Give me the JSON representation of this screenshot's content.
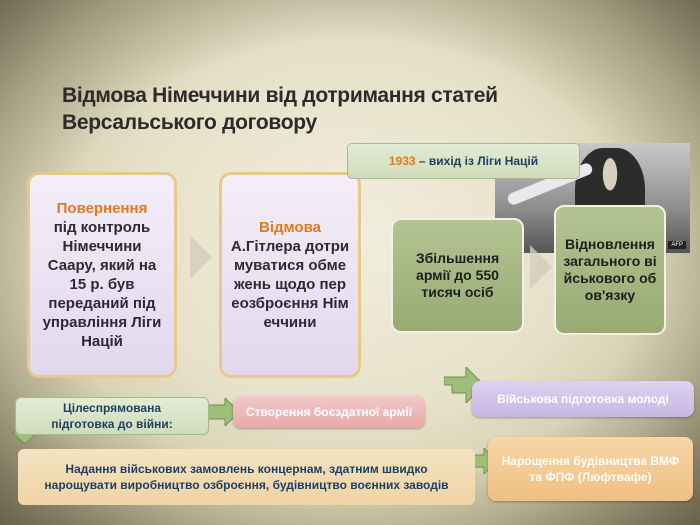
{
  "title": "Відмова Німеччини від дотримання статей Версальського договору",
  "box1": {
    "highlight": "Повернення",
    "text": "під контроль Німеччини Саару, який на 15 р. був переданий під управління Ліги Націй"
  },
  "box2": {
    "highlight": "Відмова",
    "text": "А.Гітлера дотримуватися обмежень щодо переозброєння Німеччини"
  },
  "box3": {
    "text": "Збільшення армії до 550 тисяч осіб"
  },
  "box4": {
    "text": "Відновлення загального військового обов'язку"
  },
  "note1933": {
    "year": "1933",
    "text": " – вихід із Ліги Націй"
  },
  "pill_goal": "Цілеспрямована підготовка до війни:",
  "pill_army": "Створення боєздатної армії",
  "pill_youth": "Військова підготовка молоді",
  "pill_orders": "Надання військових замовлень концернам, здатним швидко нарощувати виробництво озброєння, будівництво воєнних заводів",
  "pill_navy": "Нарощення будівництва ВМФ та ФПФ (Люфтвафе)",
  "colors": {
    "orange": "#e07a1f",
    "navy_text": "#1f4060",
    "green_box": "#97ab72"
  }
}
